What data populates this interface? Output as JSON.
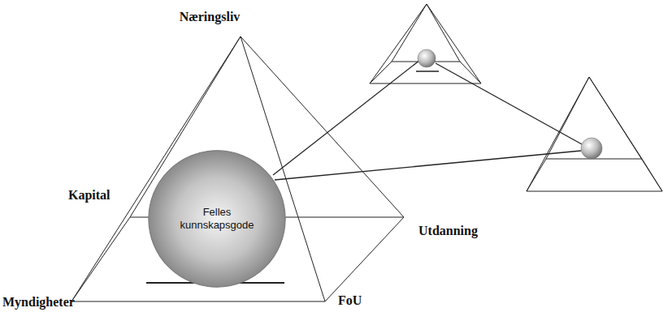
{
  "diagram": {
    "nodes": [
      {
        "text": [
          "Felles kunnskapsgode"
        ]
      }
    ],
    "labels": [
      "Næringsliv",
      "Kapital",
      "Utdanning",
      "Myndigheter",
      "FoU"
    ]
  }
}
